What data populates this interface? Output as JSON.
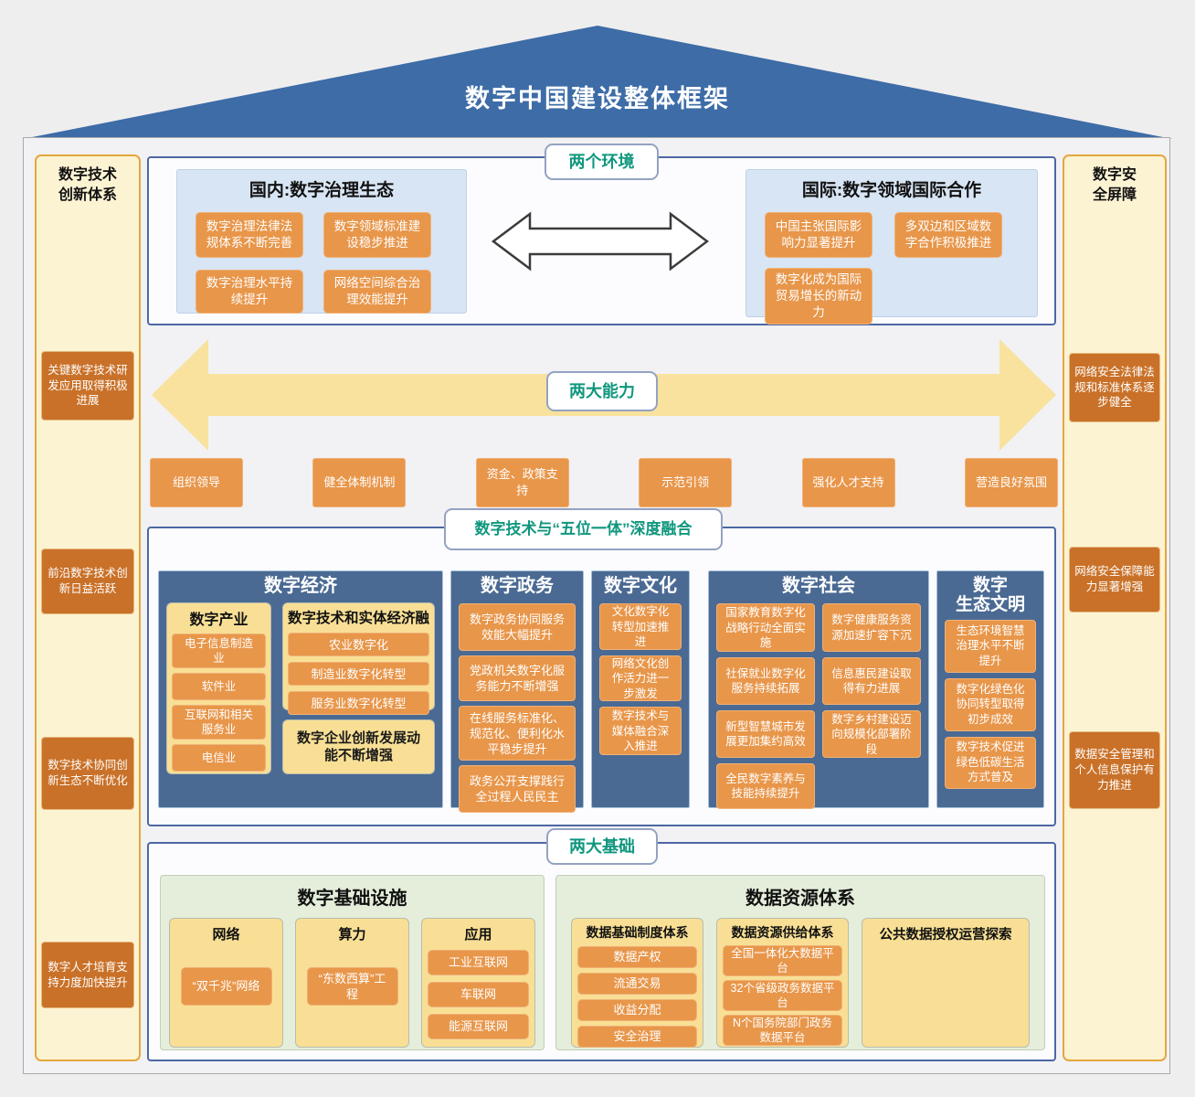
{
  "colors": {
    "roof_blue": "#3D6CA7",
    "accent_green": "#10977E",
    "column_blue": "#4A6A93",
    "orange": "#E8964A",
    "dark_orange": "#C97128",
    "panel_yellow": "#F8DF95",
    "panel_green": "#E4EEDA",
    "sidebar_cream": "#FCF3D3",
    "arrow_yellow": "#F8E29E",
    "panel_blue": "#D8E5F4",
    "border_blue": "#4C67A3"
  },
  "title": "数字中国建设整体框架",
  "left_sidebar": {
    "title": "数字技术创新体系",
    "items": [
      "关键数字技术研发应用取得积极进展",
      "前沿数字技术创新日益活跃",
      "数字技术协同创新生态不断优化",
      "数字人才培育支持力度加快提升"
    ]
  },
  "right_sidebar": {
    "title": "数字安全屏障",
    "items": [
      "网络安全法律法规和标准体系逐步健全",
      "网络安全保障能力显著增强",
      "数据安全管理和个人信息保护有力推进"
    ]
  },
  "environments": {
    "label": "两个环境",
    "domestic": {
      "title": "国内:数字治理生态",
      "items": [
        "数字治理法律法规体系不断完善",
        "数字领域标准建设稳步推进",
        "数字治理水平持续提升",
        "网络空间综合治理效能提升"
      ]
    },
    "international": {
      "title": "国际:数字领域国际合作",
      "items": [
        "中国主张国际影响力显著提升",
        "多双边和区域数字合作积极推进",
        "数字化成为国际贸易增长的新动力"
      ]
    }
  },
  "capabilities": {
    "label": "两大能力",
    "supports": [
      "组织领导",
      "健全体制机制",
      "资金、政策支持",
      "示范引领",
      "强化人才支持",
      "营造良好氛围"
    ]
  },
  "integration": {
    "label": "数字技术与“五位一体”深度融合",
    "economy": {
      "title": "数字经济",
      "industry": {
        "title": "数字产业",
        "items": [
          "电子信息制造业",
          "软件业",
          "互联网和相关服务业",
          "电信业"
        ]
      },
      "fusion": {
        "title": "数字技术和实体经济融",
        "items": [
          "农业数字化",
          "制造业数字化转型",
          "服务业数字化转型"
        ]
      },
      "note": "数字企业创新发展动能不断增强"
    },
    "government": {
      "title": "数字政务",
      "items": [
        "数字政务协同服务效能大幅提升",
        "党政机关数字化服务能力不断增强",
        "在线服务标准化、规范化、便利化水平稳步提升",
        "政务公开支撑践行全过程人民民主"
      ]
    },
    "culture": {
      "title": "数字文化",
      "items": [
        "文化数字化转型加速推进",
        "网络文化创作活力进一步激发",
        "数字技术与媒体融合深入推进"
      ]
    },
    "society": {
      "title": "数字社会",
      "left_items": [
        "国家教育数字化战略行动全面实施",
        "社保就业数字化服务持续拓展",
        "新型智慧城市发展更加集约高效",
        "全民数字素养与技能持续提升"
      ],
      "right_items": [
        "数字健康服务资源加速扩容下沉",
        "信息惠民建设取得有力进展",
        "数字乡村建设迈向规模化部署阶段"
      ]
    },
    "ecology": {
      "title_line1": "数字",
      "title_line2": "生态文明",
      "items": [
        "生态环境智慧治理水平不断提升",
        "数字化绿色化协同转型取得初步成效",
        "数字技术促进绿色低碳生活方式普及"
      ]
    }
  },
  "foundations": {
    "label": "两大基础",
    "infrastructure": {
      "title": "数字基础设施",
      "network": {
        "title": "网络",
        "items": [
          "“双千兆”网络"
        ]
      },
      "computing": {
        "title": "算力",
        "items": [
          "“东数西算”工程"
        ]
      },
      "application": {
        "title": "应用",
        "items": [
          "工业互联网",
          "车联网",
          "能源互联网"
        ]
      }
    },
    "data_resources": {
      "title": "数据资源体系",
      "institution": {
        "title": "数据基础制度体系",
        "items": [
          "数据产权",
          "流通交易",
          "收益分配",
          "安全治理"
        ]
      },
      "supply": {
        "title": "数据资源供给体系",
        "items": [
          "全国一体化大数据平台",
          "32个省级政务数据平台",
          "N个国务院部门政务数据平台"
        ]
      },
      "public": {
        "title": "公共数据授权运营探索"
      }
    }
  }
}
